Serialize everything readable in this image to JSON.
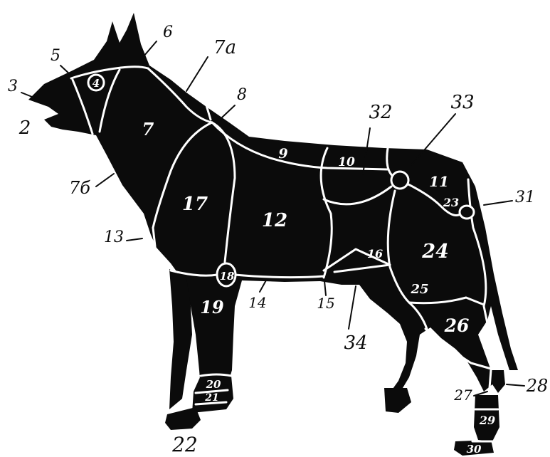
{
  "labels": {
    "l2": "2",
    "l3": "3",
    "l4": "4",
    "l5": "5",
    "l6": "6",
    "l7": "7",
    "l7a": "7a",
    "l7b": "7б",
    "l8": "8",
    "l9": "9",
    "l10": "10",
    "l11": "11",
    "l12": "12",
    "l13": "13",
    "l14": "14",
    "l15": "15",
    "l16": "16",
    "l17": "17",
    "l18": "18",
    "l19": "19",
    "l20": "20",
    "l21": "21",
    "l22": "22",
    "l23": "23",
    "l24": "24",
    "l25": "25",
    "l26": "26",
    "l27": "27",
    "l28": "28",
    "l29": "29",
    "l30": "30",
    "l31": "31",
    "l32": "32",
    "l33": "33",
    "l34": "34"
  }
}
